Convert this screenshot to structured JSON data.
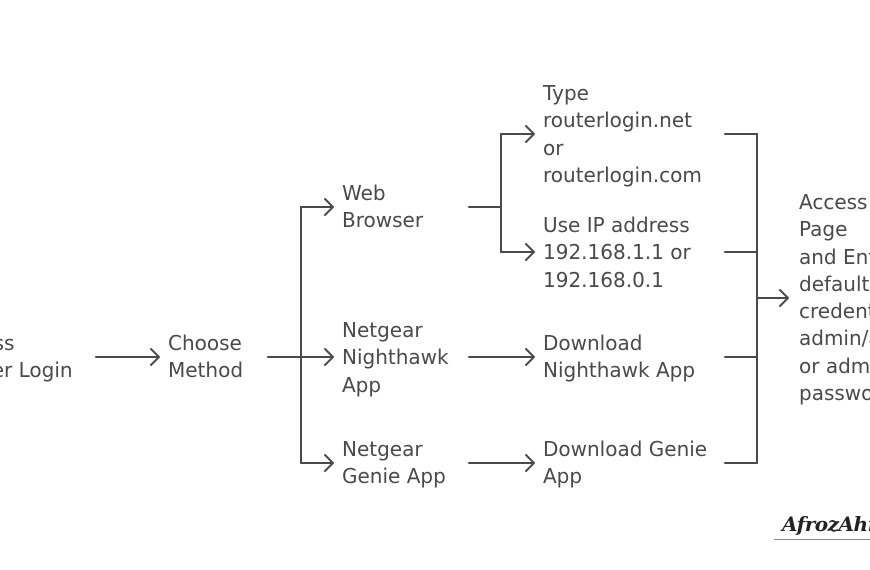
{
  "nodes": {
    "access_router_login": "Access\nRouter Login",
    "choose_method": "Choose\nMethod",
    "web_browser": "Web\nBrowser",
    "nighthawk_app": "Netgear\nNighthawk\nApp",
    "genie_app": "Netgear\nGenie App",
    "type_routerlogin": "Type\nrouterlogin.net\nor\nrouterlogin.com",
    "use_ip": "Use IP address\n192.168.1.1 or\n192.168.0.1",
    "download_nighthawk": "Download\nNighthawk App",
    "download_genie": "Download Genie\nApp",
    "access_login_page": "Access Login\nPage\nand Enter\ndefault\ncredentials:\nadmin/admin\nor admin/\npassword"
  },
  "watermark": "AfrozAhmad",
  "colors": {
    "line": "#4a4a4a",
    "text": "#4a4a4a"
  }
}
